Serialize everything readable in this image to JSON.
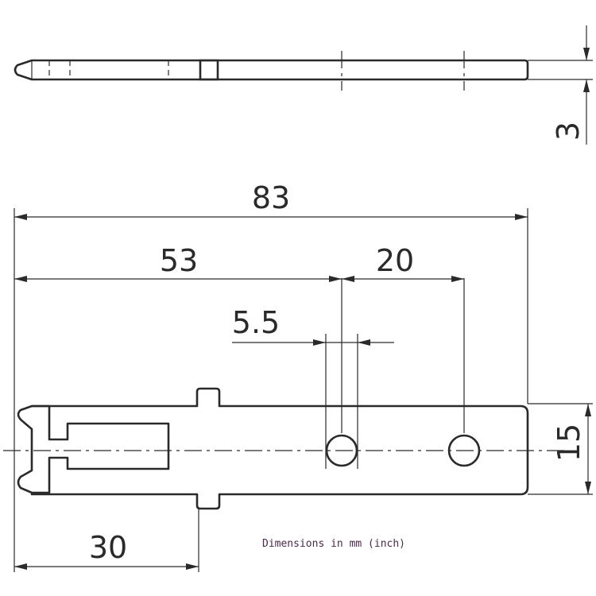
{
  "dimensions": {
    "thickness": "3",
    "overall_length": "83",
    "length_to_first_hole": "53",
    "hole_spacing": "20",
    "hole_diameter": "5.5",
    "width": "15",
    "shank_length": "30"
  },
  "note": "Dimensions in mm (inch)",
  "colors": {
    "line": "#2a2a2a",
    "note_text": "#4a2a4a"
  }
}
